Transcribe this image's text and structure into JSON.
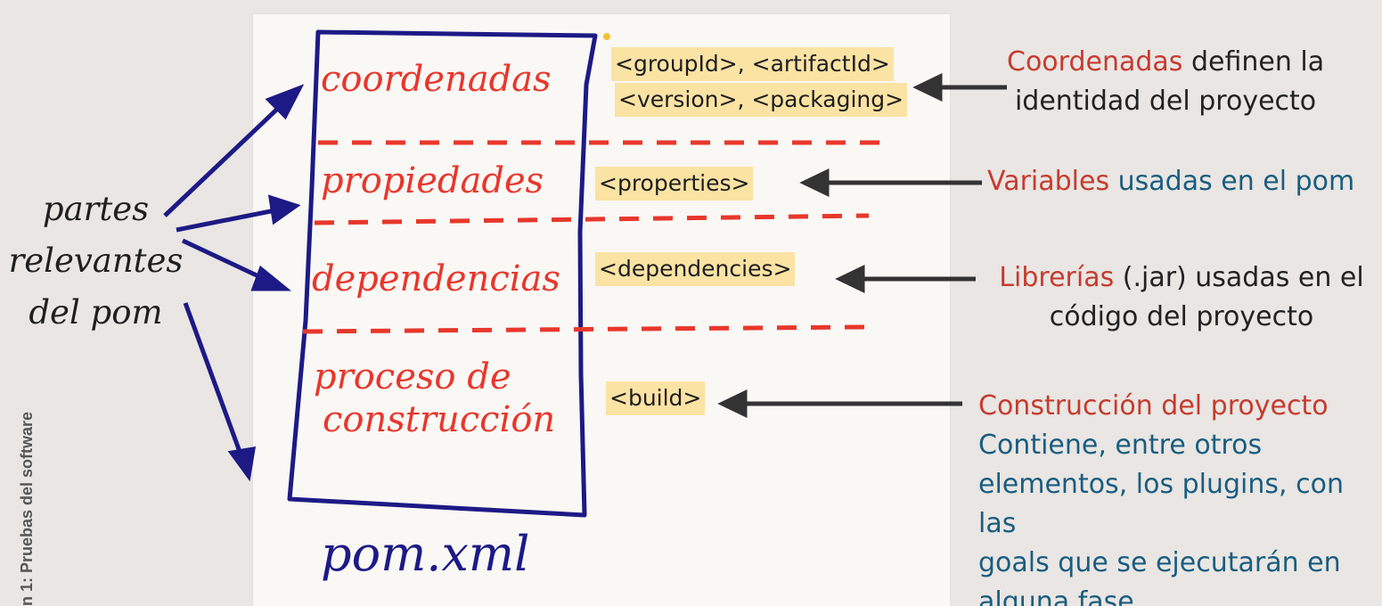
{
  "left_label": {
    "line1": "partes",
    "line2": "relevantes",
    "line3": "del pom"
  },
  "sections": [
    {
      "label": "coordenadas",
      "tags_line1": "<groupId>, <artifactId>",
      "tags_line2": "<version>, <packaging>"
    },
    {
      "label": "propiedades",
      "tags_line1": "<properties>"
    },
    {
      "label": "dependencias",
      "tags_line1": "<dependencies>"
    },
    {
      "label_line1": "proceso de",
      "label_line2": "construcción",
      "tags_line1": "<build>"
    }
  ],
  "file_label": "pom.xml",
  "descriptions": {
    "coordenadas": {
      "red": "Coordenadas",
      "rest": " definen la",
      "line2": "identidad del proyecto"
    },
    "propiedades": {
      "red": "Variables",
      "blue": " usadas en el pom"
    },
    "dependencias": {
      "red": "Librerías",
      "dark": " (.jar) usadas en el",
      "line2": "código del proyecto"
    },
    "build": {
      "red": "Construcción del proyecto",
      "line2": "Contiene, entre otros",
      "line3": "elementos, los plugins, con las",
      "line4": "goals que se ejecutarán en",
      "line5": "alguna fase"
    }
  },
  "side_caption": "n 1: Pruebas del software",
  "colors": {
    "blue_ink": "#1d1a86",
    "red_ink": "#e8372c",
    "highlight": "#fbe3a4",
    "arrow": "#333333",
    "desc_red": "#c63b2e",
    "desc_blue": "#1a5d80"
  }
}
